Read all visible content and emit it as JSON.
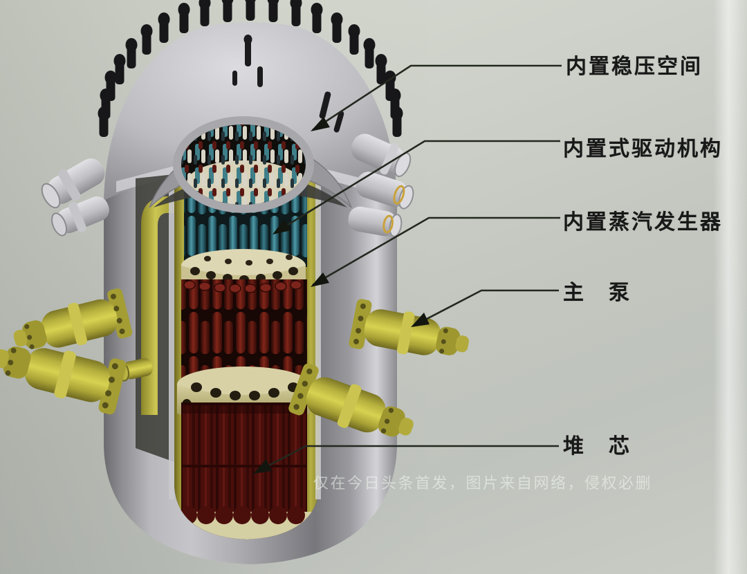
{
  "diagram": {
    "subject": "integrated-nuclear-reactor-cutaway",
    "labels": [
      {
        "id": "pressurizer-space",
        "text": "内置稳压空间"
      },
      {
        "id": "drive-mechanism",
        "text": "内置式驱动机构"
      },
      {
        "id": "steam-generator",
        "text": "内置蒸汽发生器"
      },
      {
        "id": "main-pump",
        "text": "主　泵"
      },
      {
        "id": "reactor-core",
        "text": "堆　芯"
      }
    ],
    "watermark": "仅在今日头条首发，图片来自网络，侵权必删",
    "colors": {
      "label_text": "#181818",
      "leader_line": "#23281f",
      "vessel_gray": "#a6a6aa",
      "pump_yellow": "#c8c243",
      "core_maroon": "#4a0f0b",
      "drive_teal": "#3f7f8a",
      "plate_cream": "#d8d1a6",
      "background": "#c6cac2",
      "watermark_text": "rgba(243,247,240,0.55)"
    }
  }
}
